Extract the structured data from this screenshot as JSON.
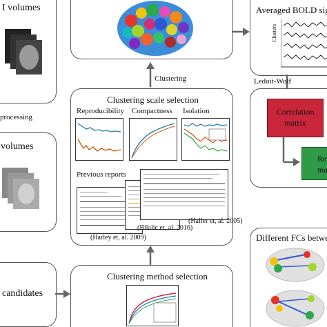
{
  "left": {
    "box1_title": "I volumes",
    "processing_label": "processing",
    "box2_title": "volumes",
    "box3_title": "candidates"
  },
  "center": {
    "clustering_label": "Clustering",
    "scale_title": "Clustering scale selection",
    "panels": [
      "Reproducibility",
      "Compactness",
      "Isolation"
    ],
    "previous_reports": "Previous reports",
    "citations": [
      "(Harley et, al. 2009)",
      "(Bilalic et, al. 2016)",
      "(Haller et, al. 2005)"
    ],
    "method_title": "Clustering method selection"
  },
  "right": {
    "bold_title": "Averaged BOLD sign",
    "clusters_label": "Clusters",
    "ledoit_label": "Ledoit-Wolf",
    "correlation_title": [
      "Correlation",
      "matrix"
    ],
    "result_text": [
      "Res",
      "ma"
    ],
    "fc_title": "Different FCs betwe"
  },
  "colors": {
    "border": "#555555",
    "correlation_fill": "#c9263a",
    "result_fill": "#2f9b48",
    "arrow": "#666666"
  }
}
